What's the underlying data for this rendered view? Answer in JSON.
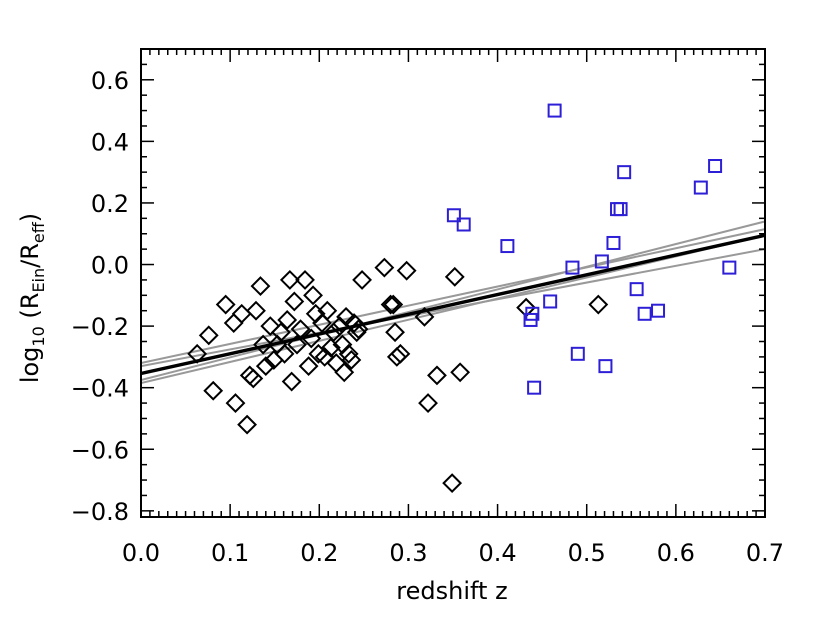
{
  "chart_data": {
    "type": "scatter",
    "title": "",
    "xlabel": "redshift z",
    "ylabel": {
      "prefix": "log",
      "sub": "10",
      "open": " (R",
      "sub1": "Ein",
      "mid": "/R",
      "sub2": "eff",
      "close": ")"
    },
    "xlim": [
      0.0,
      0.7
    ],
    "ylim": [
      -0.82,
      0.7
    ],
    "xticks": [
      0.0,
      0.1,
      0.2,
      0.3,
      0.4,
      0.5,
      0.6,
      0.7
    ],
    "xtick_labels": [
      "0.0",
      "0.1",
      "0.2",
      "0.3",
      "0.4",
      "0.5",
      "0.6",
      "0.7"
    ],
    "yticks": [
      -0.8,
      -0.6,
      -0.4,
      -0.2,
      0.0,
      0.2,
      0.4,
      0.6
    ],
    "ytick_labels": [
      "−0.8",
      "−0.6",
      "−0.4",
      "−0.2",
      "0.0",
      "0.2",
      "0.4",
      "0.6"
    ],
    "grid": false,
    "series": [
      {
        "marker": "diamond",
        "color": "#000000",
        "points": [
          [
            0.063,
            -0.29
          ],
          [
            0.076,
            -0.23
          ],
          [
            0.081,
            -0.41
          ],
          [
            0.095,
            -0.13
          ],
          [
            0.104,
            -0.19
          ],
          [
            0.106,
            -0.45
          ],
          [
            0.113,
            -0.16
          ],
          [
            0.119,
            -0.52
          ],
          [
            0.122,
            -0.36
          ],
          [
            0.126,
            -0.37
          ],
          [
            0.129,
            -0.15
          ],
          [
            0.134,
            -0.07
          ],
          [
            0.137,
            -0.26
          ],
          [
            0.14,
            -0.33
          ],
          [
            0.145,
            -0.2
          ],
          [
            0.149,
            -0.31
          ],
          [
            0.153,
            -0.26
          ],
          [
            0.157,
            -0.22
          ],
          [
            0.161,
            -0.29
          ],
          [
            0.164,
            -0.18
          ],
          [
            0.167,
            -0.05
          ],
          [
            0.169,
            -0.38
          ],
          [
            0.172,
            -0.12
          ],
          [
            0.175,
            -0.26
          ],
          [
            0.179,
            -0.21
          ],
          [
            0.184,
            -0.05
          ],
          [
            0.188,
            -0.33
          ],
          [
            0.191,
            -0.24
          ],
          [
            0.193,
            -0.1
          ],
          [
            0.196,
            -0.16
          ],
          [
            0.199,
            -0.29
          ],
          [
            0.203,
            -0.19
          ],
          [
            0.206,
            -0.3
          ],
          [
            0.209,
            -0.15
          ],
          [
            0.213,
            -0.27
          ],
          [
            0.216,
            -0.22
          ],
          [
            0.219,
            -0.32
          ],
          [
            0.223,
            -0.2
          ],
          [
            0.226,
            -0.26
          ],
          [
            0.228,
            -0.35
          ],
          [
            0.23,
            -0.17
          ],
          [
            0.233,
            -0.29
          ],
          [
            0.236,
            -0.31
          ],
          [
            0.239,
            -0.19
          ],
          [
            0.242,
            -0.22
          ],
          [
            0.244,
            -0.21
          ],
          [
            0.248,
            -0.05
          ],
          [
            0.273,
            -0.01
          ],
          [
            0.28,
            -0.13
          ],
          [
            0.283,
            -0.13
          ],
          [
            0.285,
            -0.22
          ],
          [
            0.287,
            -0.3
          ],
          [
            0.291,
            -0.29
          ],
          [
            0.298,
            -0.02
          ],
          [
            0.318,
            -0.17
          ],
          [
            0.322,
            -0.45
          ],
          [
            0.332,
            -0.36
          ],
          [
            0.349,
            -0.71
          ],
          [
            0.352,
            -0.04
          ],
          [
            0.358,
            -0.35
          ],
          [
            0.432,
            -0.14
          ],
          [
            0.513,
            -0.13
          ]
        ]
      },
      {
        "marker": "square",
        "color": "#2d1fd6",
        "points": [
          [
            0.351,
            0.16
          ],
          [
            0.362,
            0.13
          ],
          [
            0.411,
            0.06
          ],
          [
            0.437,
            -0.18
          ],
          [
            0.439,
            -0.16
          ],
          [
            0.441,
            -0.4
          ],
          [
            0.459,
            -0.12
          ],
          [
            0.464,
            0.5
          ],
          [
            0.484,
            -0.01
          ],
          [
            0.49,
            -0.29
          ],
          [
            0.517,
            0.01
          ],
          [
            0.521,
            -0.33
          ],
          [
            0.53,
            0.07
          ],
          [
            0.534,
            0.18
          ],
          [
            0.538,
            0.18
          ],
          [
            0.542,
            0.3
          ],
          [
            0.556,
            -0.08
          ],
          [
            0.565,
            -0.16
          ],
          [
            0.58,
            -0.15
          ],
          [
            0.628,
            0.25
          ],
          [
            0.644,
            0.32
          ],
          [
            0.66,
            -0.01
          ]
        ]
      }
    ],
    "lines": [
      {
        "color": "#000000",
        "x": [
          0.0,
          0.7
        ],
        "y": [
          -0.354,
          0.095
        ],
        "width": 3.4
      },
      {
        "color": "#999999",
        "x": [
          0.0,
          0.7
        ],
        "y": [
          -0.33,
          0.05
        ],
        "width": 2
      },
      {
        "color": "#999999",
        "x": [
          0.0,
          0.7
        ],
        "y": [
          -0.375,
          0.14
        ],
        "width": 2
      },
      {
        "color": "#999999",
        "x": [
          0.0,
          0.7
        ],
        "y": [
          -0.32,
          0.115
        ],
        "width": 2
      },
      {
        "color": "#999999",
        "x": [
          0.0,
          0.7
        ],
        "y": [
          -0.385,
          0.095
        ],
        "width": 2
      }
    ]
  }
}
